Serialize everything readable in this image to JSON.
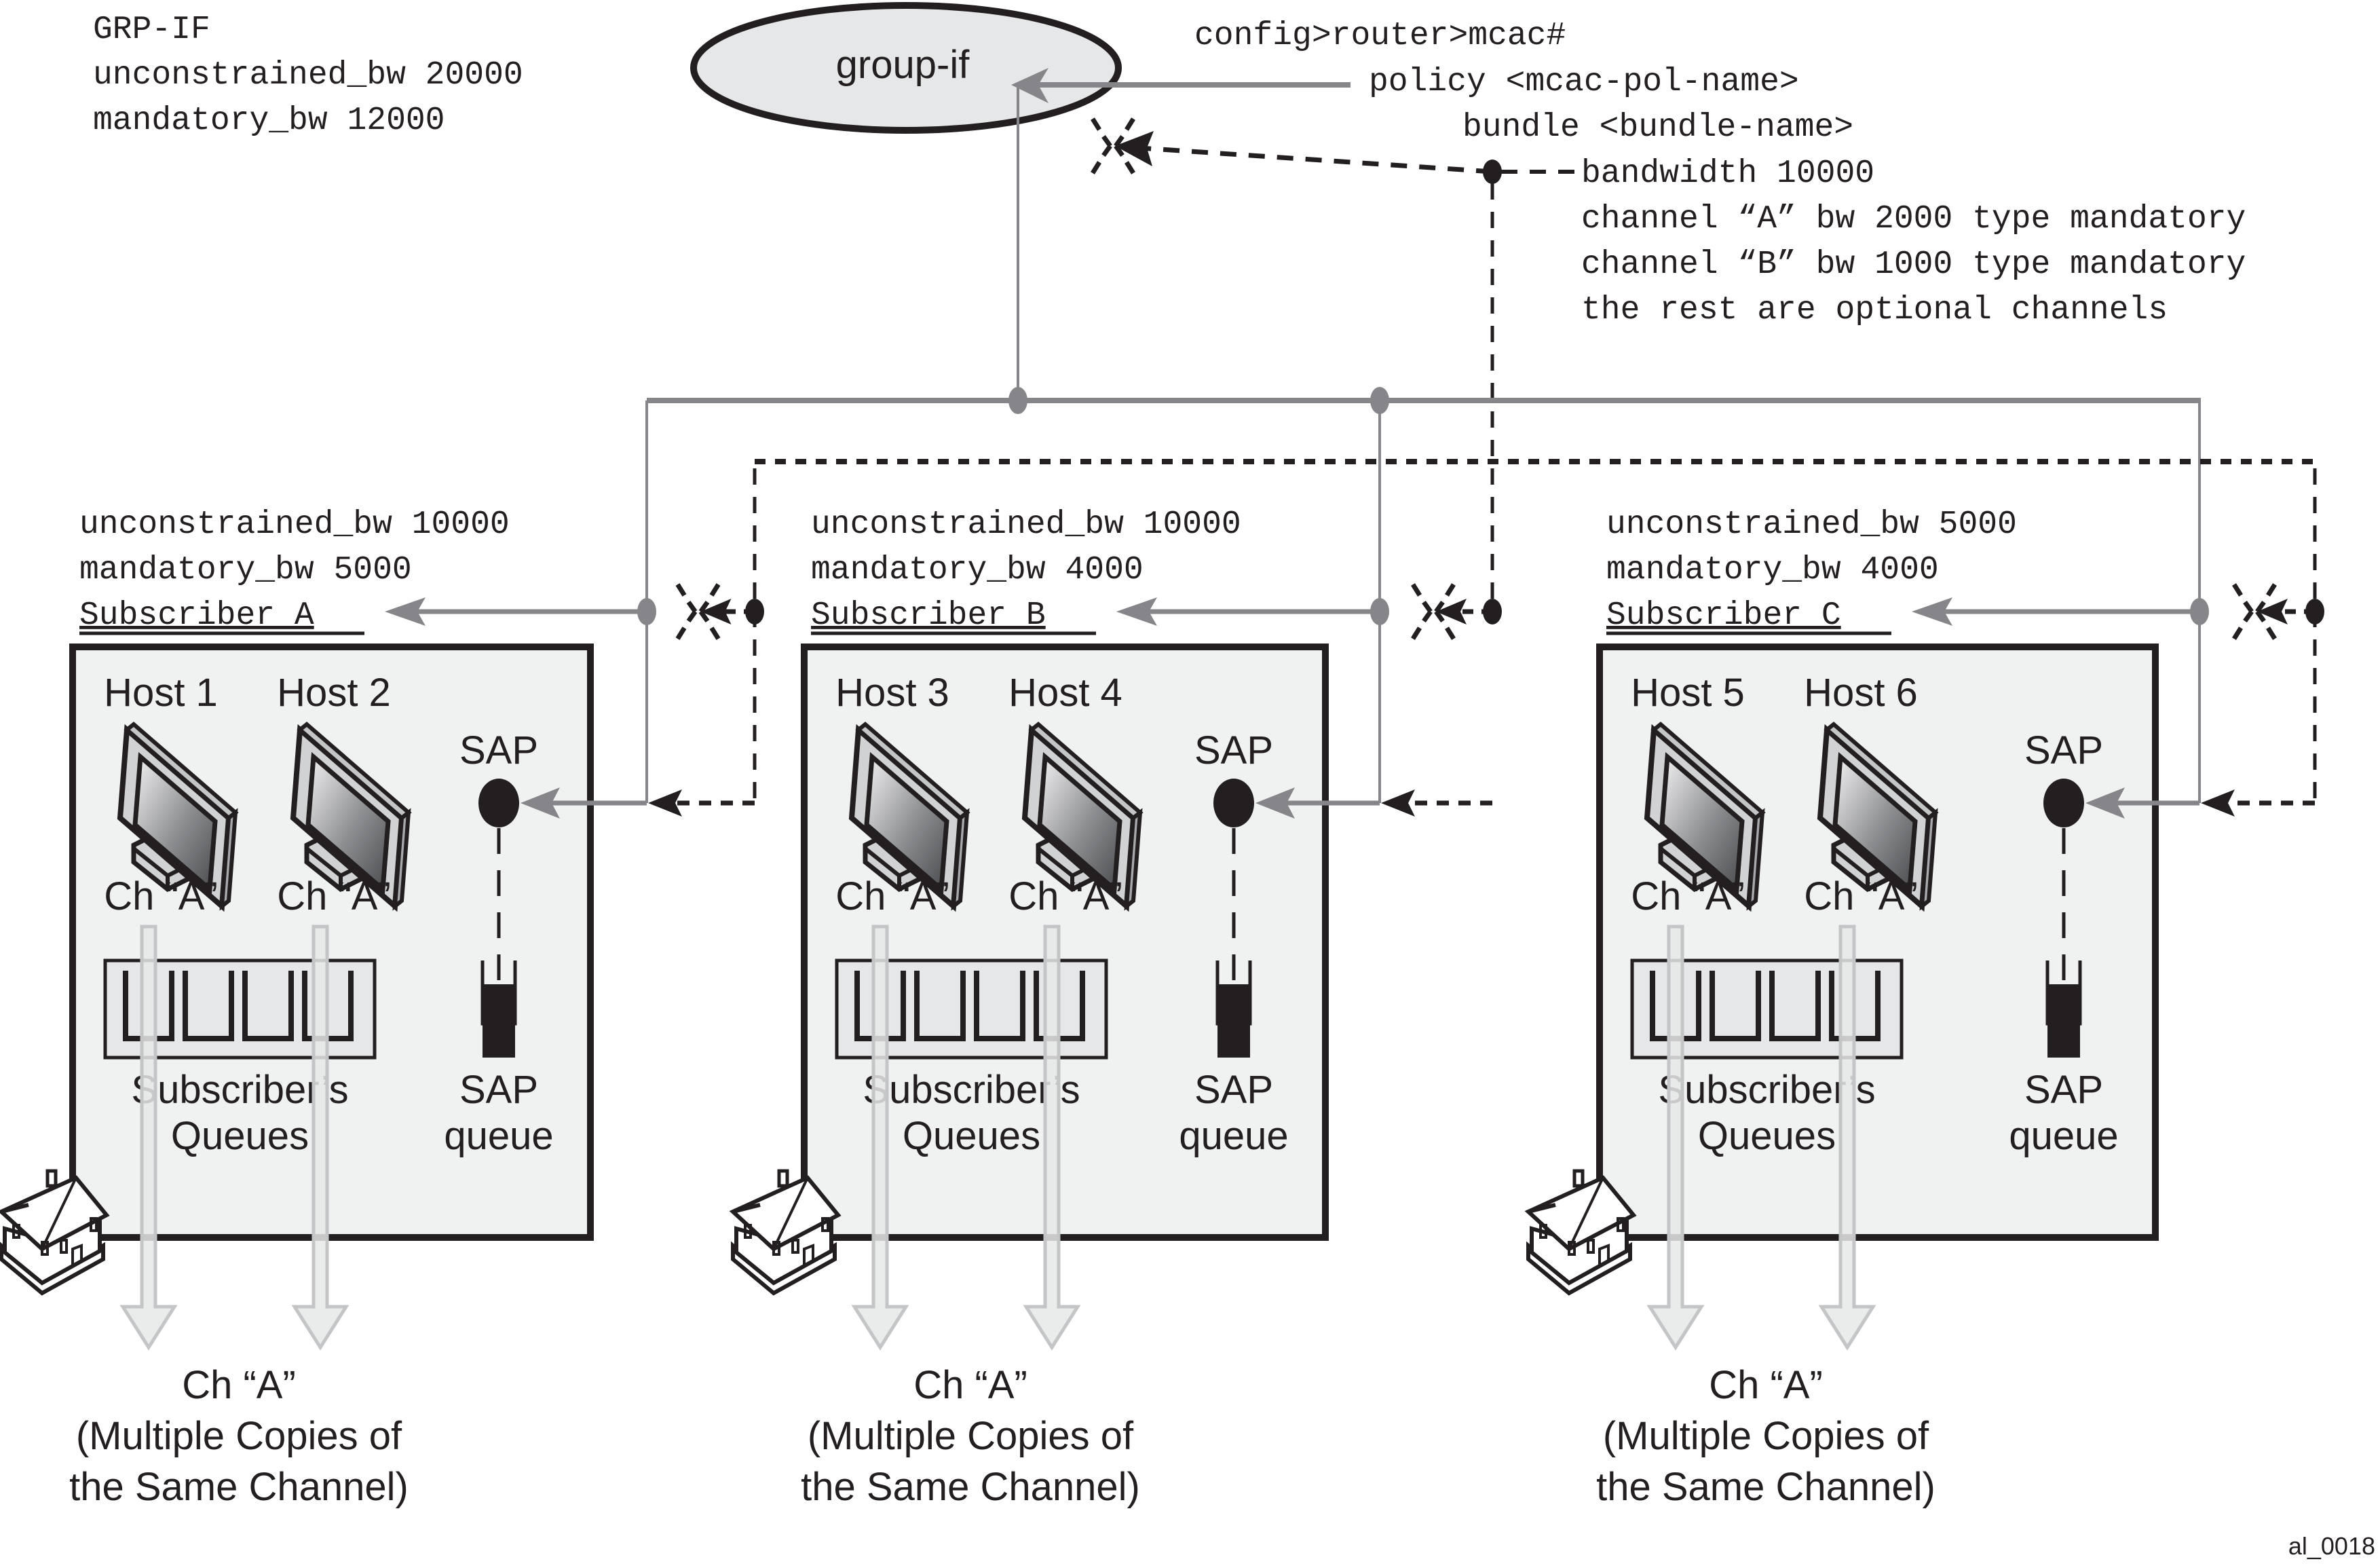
{
  "group_interface": {
    "label": "group-if",
    "config": [
      "GRP-IF",
      "unconstrained_bw 20000",
      "mandatory_bw 12000"
    ]
  },
  "cli": {
    "lines": [
      "config>router>mcac#",
      "policy <mcac-pol-name>",
      "bundle <bundle-name>",
      "bandwidth 10000",
      "channel “A” bw 2000 type mandatory",
      "channel “B” bw 1000 type mandatory",
      "the rest are optional channels"
    ]
  },
  "subscribers": [
    {
      "name": "Subscriber A",
      "unconstrained": "unconstrained_bw 10000",
      "mandatory": "mandatory_bw 5000",
      "hosts": [
        {
          "label": "Host 1",
          "channel": "Ch “A”"
        },
        {
          "label": "Host 2",
          "channel": "Ch “A”"
        }
      ],
      "sap_label": "SAP",
      "queues_label": [
        "Subscriber’s",
        "Queues"
      ],
      "sap_queue_label": [
        "SAP",
        "queue"
      ],
      "output_label": [
        "Ch “A”",
        "(Multiple Copies of",
        "the Same Channel)"
      ]
    },
    {
      "name": "Subscriber B",
      "unconstrained": "unconstrained_bw 10000",
      "mandatory": "mandatory_bw 4000",
      "hosts": [
        {
          "label": "Host 3",
          "channel": "Ch “A”"
        },
        {
          "label": "Host 4",
          "channel": "Ch “A”"
        }
      ],
      "sap_label": "SAP",
      "queues_label": [
        "Subscriber’s",
        "Queues"
      ],
      "sap_queue_label": [
        "SAP",
        "queue"
      ],
      "output_label": [
        "Ch “A”",
        "(Multiple Copies of",
        "the Same Channel)"
      ]
    },
    {
      "name": "Subscriber C",
      "unconstrained": "unconstrained_bw 5000",
      "mandatory": "mandatory_bw 4000",
      "hosts": [
        {
          "label": "Host 5",
          "channel": "Ch “A”"
        },
        {
          "label": "Host 6",
          "channel": "Ch “A”"
        }
      ],
      "sap_label": "SAP",
      "queues_label": [
        "Subscriber’s",
        "Queues"
      ],
      "sap_queue_label": [
        "SAP",
        "queue"
      ],
      "output_label": [
        "Ch “A”",
        "(Multiple Copies of",
        "the Same Channel)"
      ]
    }
  ],
  "figure_id": "al_0018",
  "colors": {
    "ink": "#231f20",
    "grey_line": "#86868a",
    "box_fill": "#f0f1f1",
    "ellipse_fill": "#e6e7e8",
    "arrow_fill": "#e6e7e8",
    "arrow_stroke": "#c4c5c7"
  }
}
